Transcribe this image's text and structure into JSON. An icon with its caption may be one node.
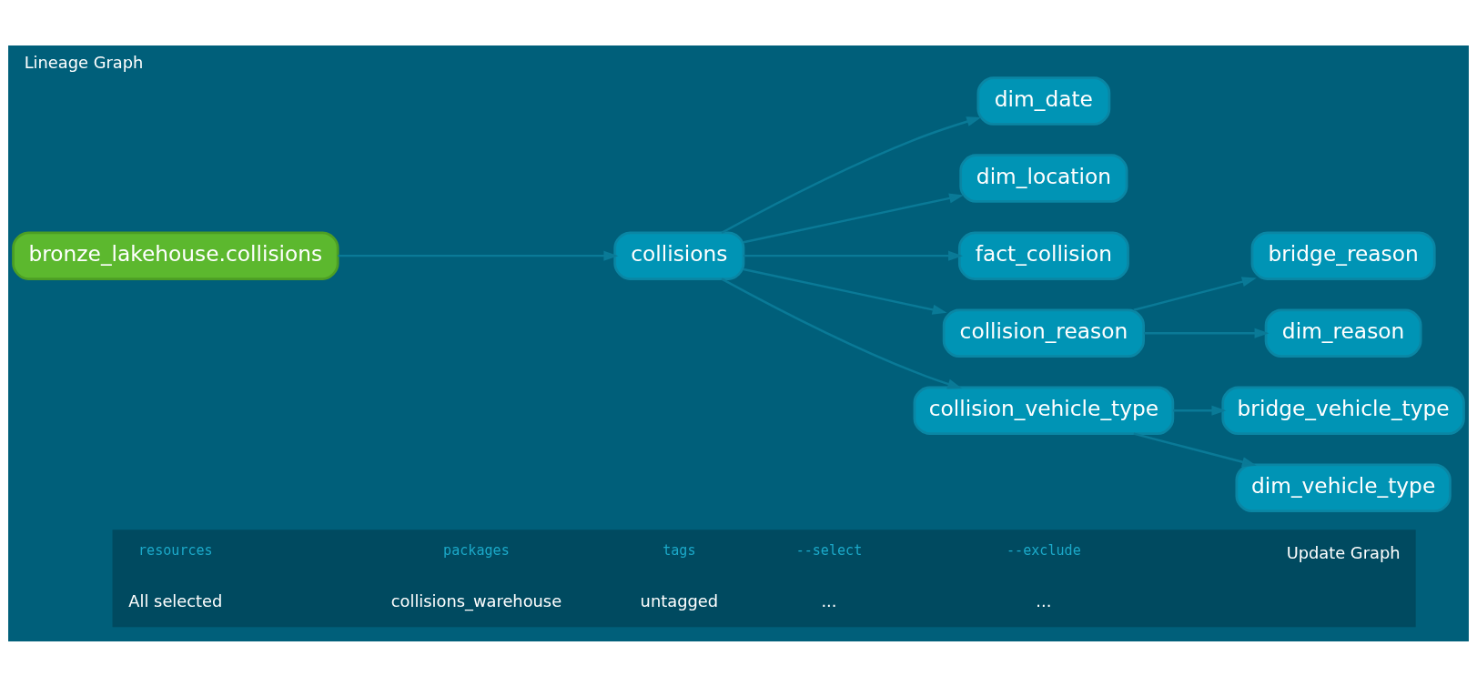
{
  "diagram": {
    "title": "Lineage Graph",
    "nodes": [
      {
        "text": [
          "bronze_lakehouse.collisions"
        ]
      },
      {
        "text": [
          "collisions"
        ]
      },
      {
        "text": [
          "dim_date"
        ]
      },
      {
        "text": [
          "dim_location"
        ]
      },
      {
        "text": [
          "fact_collision"
        ]
      },
      {
        "text": [
          "collision_reason"
        ]
      },
      {
        "text": [
          "bridge_reason"
        ]
      },
      {
        "text": [
          "dim_reason"
        ]
      },
      {
        "text": [
          "collision_vehicle_type"
        ]
      },
      {
        "text": [
          "bridge_vehicle_type"
        ]
      },
      {
        "text": [
          "dim_vehicle_type"
        ]
      },
      {
        "text": [],
        "shape": "bar"
      }
    ],
    "edges": [
      {
        "from": 0,
        "to": 1,
        "arrow": "to"
      },
      {
        "from": 1,
        "to": 2,
        "arrow": "to"
      },
      {
        "from": 1,
        "to": 3,
        "arrow": "to"
      },
      {
        "from": 1,
        "to": 4,
        "arrow": "to"
      },
      {
        "from": 1,
        "to": 5,
        "arrow": "to"
      },
      {
        "from": 1,
        "to": 8,
        "arrow": "to"
      },
      {
        "from": 5,
        "to": 6,
        "arrow": "to"
      },
      {
        "from": 5,
        "to": 7,
        "arrow": "to"
      },
      {
        "from": 8,
        "to": 9,
        "arrow": "to"
      },
      {
        "from": 8,
        "to": 10,
        "arrow": "to"
      }
    ],
    "labels": [
      "resources",
      "All selected",
      "packages",
      "collisions_warehouse",
      "tags",
      "untagged",
      "--select",
      "...",
      "--exclude",
      "...",
      "Update Graph"
    ]
  }
}
